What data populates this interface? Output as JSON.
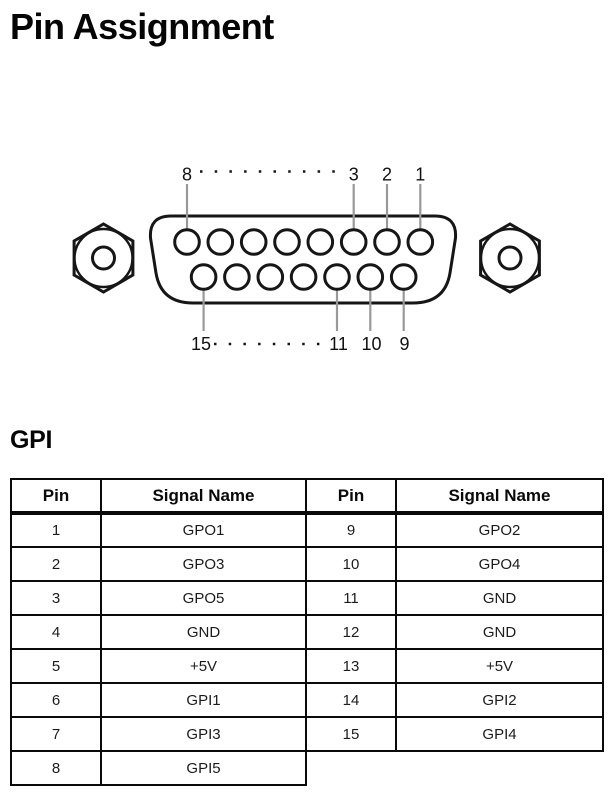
{
  "page": {
    "title": "Pin Assignment"
  },
  "section": {
    "heading": "GPI"
  },
  "connector": {
    "type": "D-sub 15-pin female",
    "top_pin_count": 8,
    "bottom_pin_count": 7,
    "top_labels": [
      "8",
      "3",
      "2",
      "1"
    ],
    "bottom_labels": [
      "15",
      "11",
      "10",
      "9"
    ],
    "colors": {
      "ink": "#161616",
      "leader_line": "#999999"
    }
  },
  "table": {
    "headers": [
      "Pin",
      "Signal Name",
      "Pin",
      "Signal Name"
    ],
    "rows": [
      {
        "pin_l": "1",
        "sig_l": "GPO1",
        "pin_r": "9",
        "sig_r": "GPO2"
      },
      {
        "pin_l": "2",
        "sig_l": "GPO3",
        "pin_r": "10",
        "sig_r": "GPO4"
      },
      {
        "pin_l": "3",
        "sig_l": "GPO5",
        "pin_r": "11",
        "sig_r": "GND"
      },
      {
        "pin_l": "4",
        "sig_l": "GND",
        "pin_r": "12",
        "sig_r": "GND"
      },
      {
        "pin_l": "5",
        "sig_l": "+5V",
        "pin_r": "13",
        "sig_r": "+5V"
      },
      {
        "pin_l": "6",
        "sig_l": "GPI1",
        "pin_r": "14",
        "sig_r": "GPI2"
      },
      {
        "pin_l": "7",
        "sig_l": "GPI3",
        "pin_r": "15",
        "sig_r": "GPI4"
      },
      {
        "pin_l": "8",
        "sig_l": "GPI5"
      }
    ]
  }
}
